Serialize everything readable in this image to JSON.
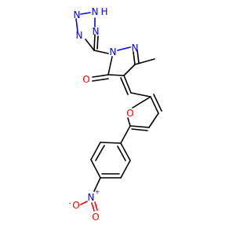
{
  "molecule": {
    "colors": {
      "carbon_bond": "#000000",
      "nitrogen": "#0000ff",
      "oxygen": "#ff0000",
      "background": "#ffffff"
    },
    "labels": {
      "tetrazole_n1": "N",
      "tetrazole_n2": "N",
      "tetrazole_nh": "N",
      "tetrazole_h": "H",
      "tetrazole_n4": "N",
      "pyrazole_n1": "N",
      "pyrazole_n2": "N",
      "carbonyl_o": "O",
      "furan_o": "O",
      "nitro_n": "N",
      "nitro_n_charge": "+",
      "nitro_o1": "O",
      "nitro_o1_charge": "-",
      "nitro_o2": "O"
    }
  }
}
